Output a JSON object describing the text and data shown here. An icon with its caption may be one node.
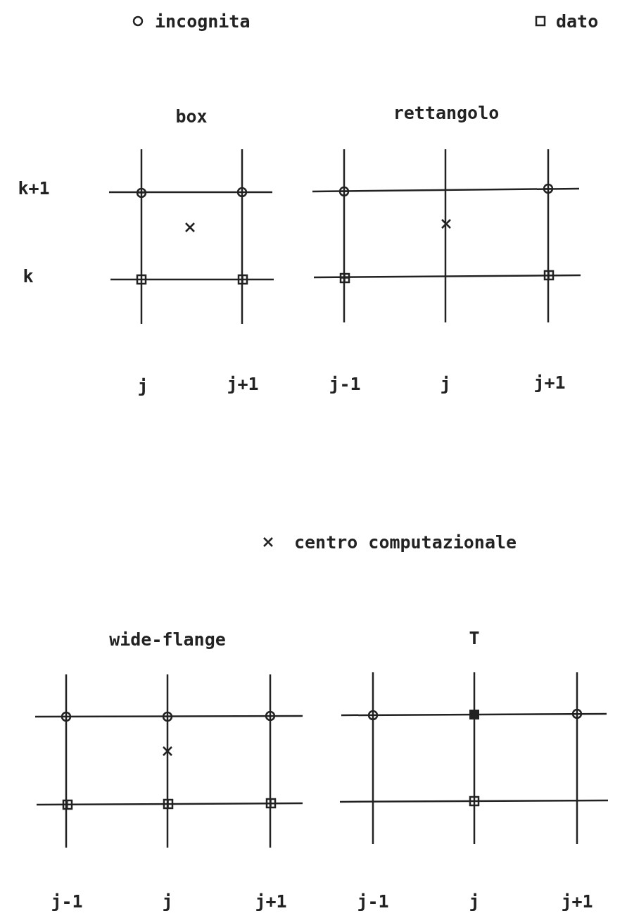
{
  "diagram": {
    "labels": [
      "box",
      "rettangolo",
      "k+1",
      "k",
      "j",
      "j+1",
      "j-1",
      "j",
      "j+1",
      "wide-flange",
      "T",
      "j-1",
      "j",
      "j+1",
      "j-1",
      "j",
      "j+1"
    ],
    "legend": [
      {
        "text": "incognita"
      },
      {
        "text": "dato"
      },
      {
        "text": "centro computazionale"
      }
    ]
  }
}
